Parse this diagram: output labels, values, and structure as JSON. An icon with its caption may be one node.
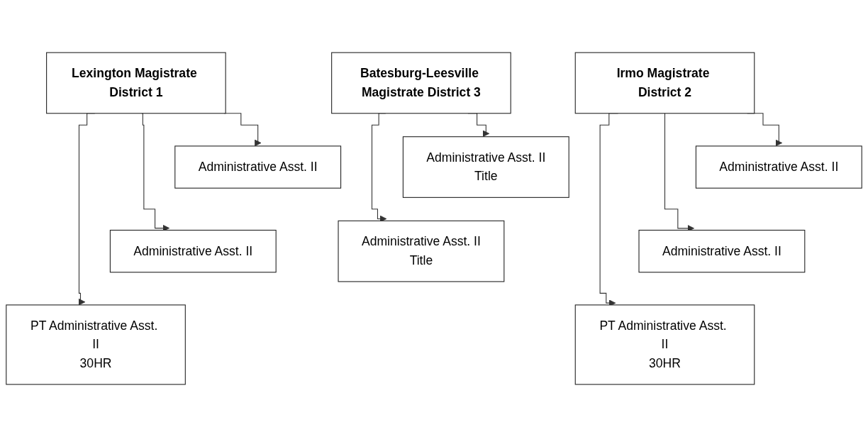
{
  "diagram": {
    "nodes": [
      {
        "text": [
          "Lexington Magistrate District 1"
        ]
      },
      {
        "text": [
          "Administrative Asst. II"
        ]
      },
      {
        "text": [
          "Administrative Asst. II"
        ]
      },
      {
        "text": [
          "PT Administrative Asst. II",
          "30HR"
        ]
      },
      {
        "text": [
          "Irmo Magistrate District 2"
        ]
      },
      {
        "text": [
          "Administrative Asst. II"
        ]
      },
      {
        "text": [
          "Administrative Asst. II"
        ]
      },
      {
        "text": [
          "PT Administrative Asst. II",
          "30HR"
        ]
      },
      {
        "text": [
          "Batesburg-Leesville Magistrate District 3"
        ]
      },
      {
        "text": [
          "Administrative Asst. II",
          "Title"
        ]
      },
      {
        "text": [
          "Administrative Asst. II",
          "Title"
        ]
      }
    ],
    "edges": [
      {
        "from": 0,
        "to": 1,
        "arrow": "to"
      },
      {
        "from": 0,
        "to": 2,
        "arrow": "to"
      },
      {
        "from": 0,
        "to": 3,
        "arrow": "to"
      },
      {
        "from": 4,
        "to": 5,
        "arrow": "to"
      },
      {
        "from": 4,
        "to": 6,
        "arrow": "to"
      },
      {
        "from": 4,
        "to": 7,
        "arrow": "to"
      },
      {
        "from": 8,
        "to": 9,
        "arrow": "to"
      },
      {
        "from": 8,
        "to": 10,
        "arrow": "to"
      }
    ]
  }
}
